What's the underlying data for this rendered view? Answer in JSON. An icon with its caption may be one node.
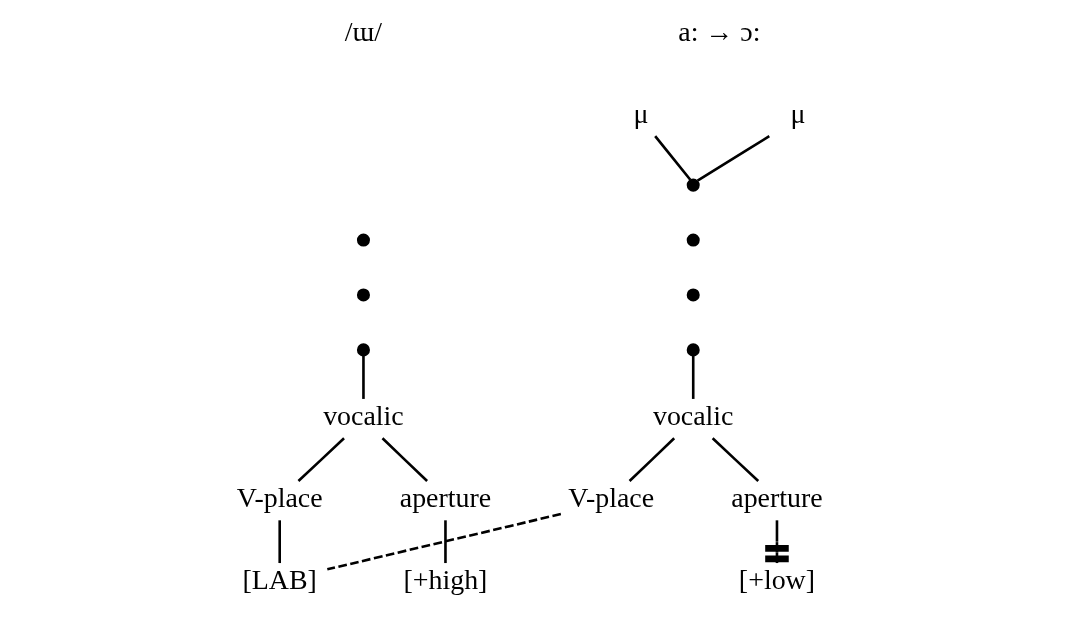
{
  "diagram": {
    "nodes": [
      {
        "text": [
          "μ"
        ]
      },
      {
        "text": [
          "μ"
        ]
      },
      {
        "text": [],
        "shape": "circle"
      },
      {
        "text": [],
        "shape": "circle"
      },
      {
        "text": [],
        "shape": "circle"
      },
      {
        "text": [],
        "shape": "circle"
      },
      {
        "text": [
          "vocalic"
        ]
      },
      {
        "text": [
          "V-place"
        ]
      },
      {
        "text": [
          "aperture"
        ]
      },
      {
        "text": [
          "[+low]"
        ]
      },
      {
        "text": [],
        "shape": "circle"
      },
      {
        "text": [],
        "shape": "circle"
      },
      {
        "text": [],
        "shape": "circle"
      },
      {
        "text": [
          "vocalic"
        ]
      },
      {
        "text": [
          "V-place"
        ]
      },
      {
        "text": [
          "aperture"
        ]
      },
      {
        "text": [
          "[LAB]"
        ]
      },
      {
        "text": [
          "[+high]"
        ]
      }
    ],
    "edges": [
      {
        "from": 0,
        "to": 2,
        "arrow": "none"
      },
      {
        "from": 1,
        "to": 2,
        "arrow": "none"
      },
      {
        "from": 5,
        "to": 6,
        "arrow": "none"
      },
      {
        "from": 6,
        "to": 8,
        "arrow": "none"
      },
      {
        "from": 6,
        "to": 7,
        "arrow": "none"
      },
      {
        "from": 8,
        "to": 9,
        "arrow": "other"
      },
      {
        "from": 7,
        "to": 16,
        "arrow": "none",
        "style": "dashed"
      },
      {
        "from": 12,
        "to": 13,
        "arrow": "none"
      },
      {
        "from": 13,
        "to": 14,
        "arrow": "none"
      },
      {
        "from": 13,
        "to": 15,
        "arrow": "none"
      },
      {
        "from": 14,
        "to": 16,
        "arrow": "none"
      },
      {
        "from": 15,
        "to": 17,
        "arrow": "none"
      }
    ],
    "labels": [
      "a: → ɔ:",
      "/ɯ/"
    ]
  }
}
